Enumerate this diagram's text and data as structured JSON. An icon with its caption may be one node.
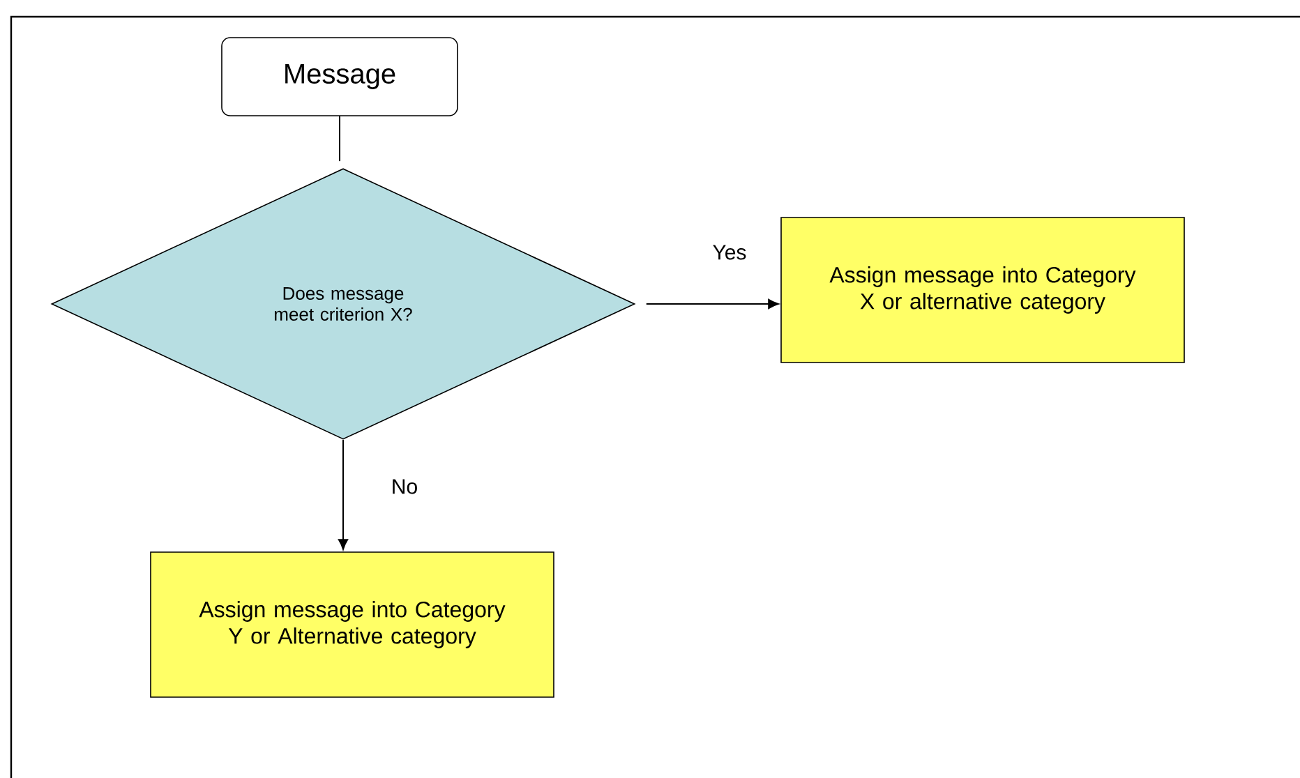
{
  "diagram": {
    "nodes": [
      {
        "text": [
          "Message"
        ]
      },
      {
        "text": [
          "Does message meet criterion X?"
        ]
      },
      {
        "text": [
          "Assign message into Category X or alternative category"
        ]
      },
      {
        "text": [
          "Assign message into Category Y or Alternative category"
        ]
      }
    ],
    "edges": [
      {
        "from": 0,
        "to": 1,
        "arrow": "none"
      },
      {
        "from": 1,
        "to": 2,
        "arrow": "to",
        "label": "Yes"
      },
      {
        "from": 1,
        "to": 3,
        "arrow": "to",
        "label": "No"
      }
    ]
  }
}
